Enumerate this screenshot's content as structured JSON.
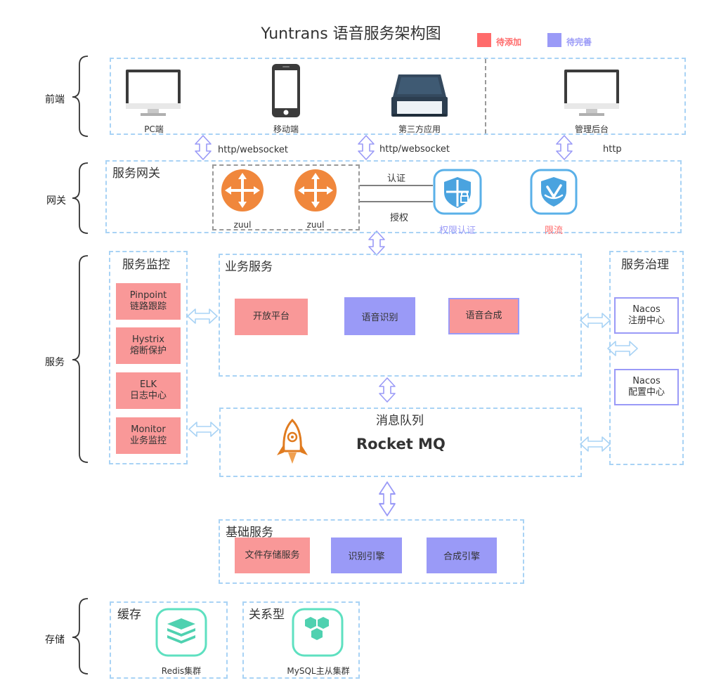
{
  "title": "Yuntrans 语音服务架构图",
  "legend": [
    {
      "label": "待添加",
      "color": "#ff6b6b"
    },
    {
      "label": "待完善",
      "color": "#9a9af7"
    }
  ],
  "layers": {
    "frontend": "前端",
    "gateway": "网关",
    "service": "服务",
    "storage": "存储"
  },
  "frontend": {
    "pc": "PC端",
    "mobile": "移动端",
    "third_party": "第三方应用",
    "admin": "管理后台"
  },
  "edges": {
    "http_websocket_1": "http/websocket",
    "http_websocket_2": "http/websocket",
    "http": "http",
    "auth": "认证",
    "authorize": "授权"
  },
  "gateway": {
    "title": "服务网关",
    "zuul1": "zuul",
    "zuul2": "zuul",
    "permission": "权限认证",
    "rate_limit": "限流"
  },
  "monitor": {
    "title": "服务监控",
    "items": [
      {
        "line1": "Pinpoint",
        "line2": "链路跟踪"
      },
      {
        "line1": "Hystrix",
        "line2": "熔断保护"
      },
      {
        "line1": "ELK",
        "line2": "日志中心"
      },
      {
        "line1": "Monitor",
        "line2": "业务监控"
      }
    ]
  },
  "business": {
    "title": "业务服务",
    "open_platform": "开放平台",
    "asr": "语音识别",
    "tts": "语音合成"
  },
  "governance": {
    "title": "服务治理",
    "registry": {
      "line1": "Nacos",
      "line2": "注册中心"
    },
    "config": {
      "line1": "Nacos",
      "line2": "配置中心"
    }
  },
  "mq": {
    "title": "消息队列",
    "name": "Rocket MQ"
  },
  "base": {
    "title": "基础服务",
    "file_storage": "文件存储服务",
    "asr_engine": "识别引擎",
    "tts_engine": "合成引擎"
  },
  "storage": {
    "cache_title": "缓存",
    "redis": "Redis集群",
    "relational_title": "关系型",
    "mysql": "MySQL主从集群"
  }
}
